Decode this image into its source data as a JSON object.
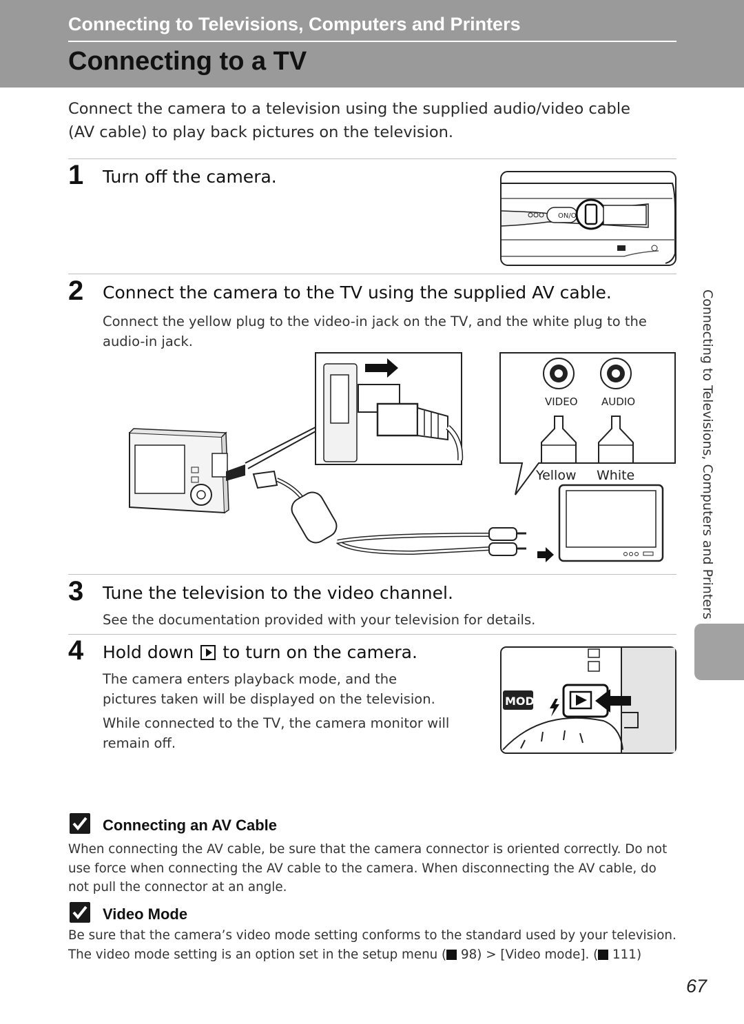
{
  "header": {
    "section_title": "Connecting to Televisions, Computers and Printers",
    "page_title": "Connecting to a TV"
  },
  "intro": "Connect the camera to a television using the supplied audio/video cable (AV cable) to play back pictures on the television.",
  "steps": [
    {
      "number": "1",
      "title": "Turn off the camera."
    },
    {
      "number": "2",
      "title": "Connect the camera to the TV using the supplied AV cable.",
      "body": "Connect the yellow plug to the video-in jack on the TV, and the white plug to the audio-in jack."
    },
    {
      "number": "3",
      "title": "Tune the television to the video channel.",
      "body": "See the documentation provided with your television for details."
    },
    {
      "number": "4",
      "title_before": "Hold down",
      "title_after": "to turn on the camera.",
      "body1": "The camera enters playback mode, and the pictures taken will be displayed on the television.",
      "body2": "While connected to the TV, the camera monitor will remain off."
    }
  ],
  "illustrations": {
    "power_switch_label": "ON/OFF",
    "jack_video": "VIDEO",
    "jack_audio": "AUDIO",
    "plug_yellow": "Yellow",
    "plug_white": "White",
    "mode_label": "MODE"
  },
  "notes": [
    {
      "title": "Connecting an AV Cable",
      "body": "When connecting the AV cable, be sure that the camera connector is oriented correctly. Do not use force when connecting the AV cable to the camera. When disconnecting the AV cable, do not pull the connector at an angle."
    },
    {
      "title": "Video Mode",
      "body_part1": "Be sure that the camera’s video mode setting conforms to the standard used by your television. The video mode setting is an option set in the setup menu (",
      "ref1": "98",
      "body_part2": ") > [Video mode]. (",
      "ref2": "111",
      "body_part3": ")"
    }
  ],
  "side_tab_text": "Connecting to Televisions, Computers and Printers",
  "page_number": "67",
  "colors": {
    "header_band": "#9a9a9a",
    "side_tab": "#a2a2a2"
  }
}
